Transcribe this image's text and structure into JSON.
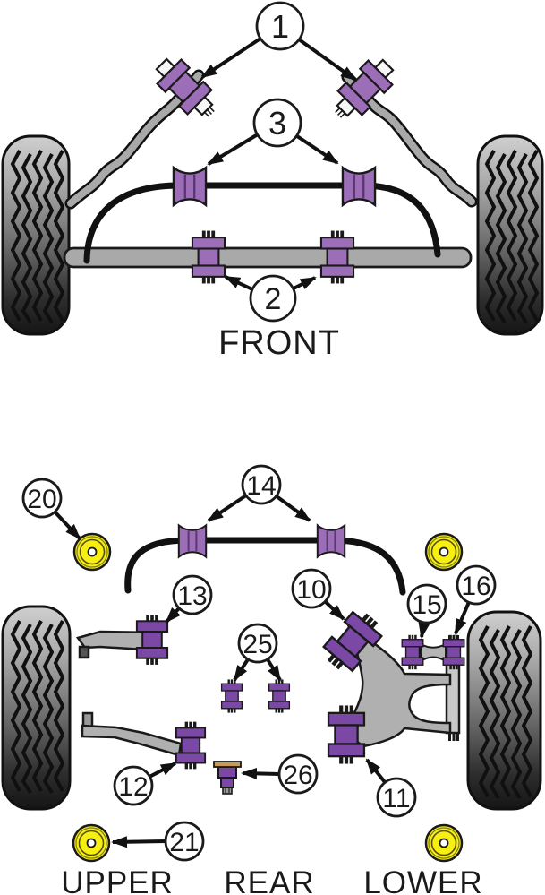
{
  "diagram": {
    "front": {
      "label": "FRONT",
      "callout_1": "1",
      "callout_2": "2",
      "callout_3": "3"
    },
    "rear": {
      "label_upper": "UPPER",
      "label_rear": "REAR",
      "label_lower": "LOWER",
      "callout_10": "10",
      "callout_11": "11",
      "callout_12": "12",
      "callout_13": "13",
      "callout_14": "14",
      "callout_15": "15",
      "callout_16": "16",
      "callout_20": "20",
      "callout_21": "21",
      "callout_25": "25",
      "callout_26": "26"
    }
  },
  "colors": {
    "bushing_purple_light": "#9c6eb8",
    "bushing_purple_dark": "#7b48a6",
    "bushing_yellow": "#f8ef12",
    "bushing_tan": "#c79a5b",
    "bar_gray": "#a9a9a9",
    "arm_gray": "#b0b0b0",
    "outline": "#1a1a1a"
  }
}
